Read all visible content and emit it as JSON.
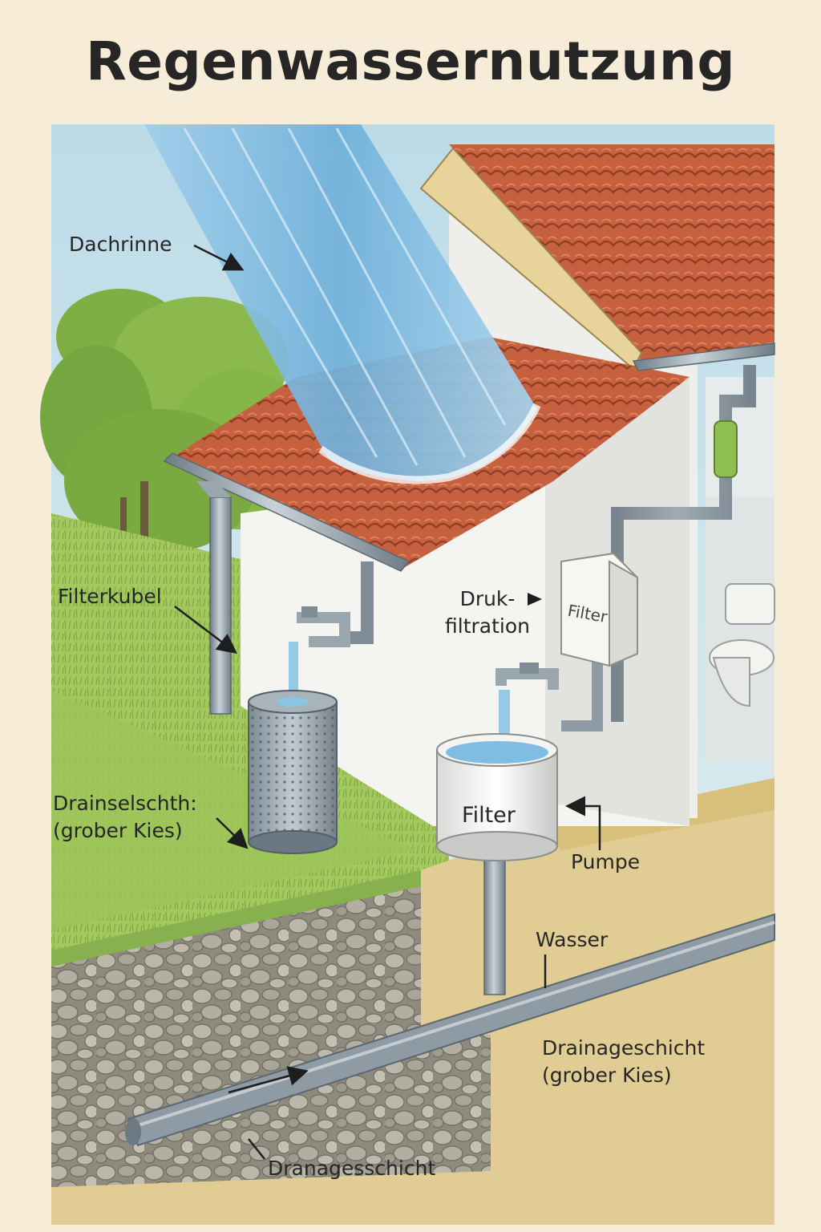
{
  "title": "Regenwassernutzung",
  "labels": {
    "dachrinne": "Dachrinne",
    "filterkubel": "Filterkubel",
    "drukfiltration_line1": "Druk-",
    "drukfiltration_line2": "filtration",
    "drainselschth_line1": "Drainselschth:",
    "drainselschth_line2": "(grober Kies)",
    "filter_tank": "Filter",
    "filter_box": "Filter",
    "pumpe": "Pumpe",
    "wasser": "Wasser",
    "drainageschicht_line1": "Drainageschicht",
    "drainageschicht_line2": "(grober Kies)",
    "dranagesschicht": "Dranagesschicht"
  },
  "colors": {
    "background": "#f6ecd8",
    "sky": "#c9e3ec",
    "roof_tile": "#c6613f",
    "wall": "#f2f2ef",
    "pipe": "#8e9ba5",
    "lawn": "#9cc55a",
    "soil": "#e3cf95",
    "gravel": "#a6a397",
    "rain": "#7fb8dc",
    "text": "#262626"
  }
}
